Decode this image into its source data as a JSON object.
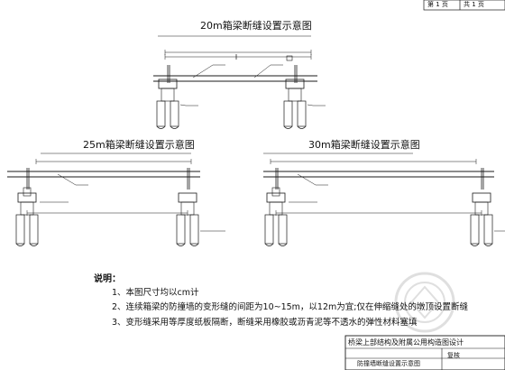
{
  "sheet_no": "第 1 页",
  "sheet_total": "共 1 页",
  "diagrams": {
    "d20": {
      "title": "20m箱梁断缝设置示意图"
    },
    "d25": {
      "title": "25m箱梁断缝设置示意图"
    },
    "d30": {
      "title": "30m箱梁断缝设置示意图"
    }
  },
  "notes": {
    "heading": "说明：",
    "items": [
      "1、本图尺寸均以cm计",
      "2、连续箱梁的防撞墙的变形缝的间距为10~15m，以12m为宜;仅在伸缩缝处的墩顶设置断缝",
      "3、变形缝采用等厚度纸板隔断，断缝采用橡胶或沥青泥等不透水的弹性材料塞填"
    ]
  },
  "title_block": {
    "project": "桥梁上部结构及附属公用构造图设计",
    "drawing_name": "防撞墙断缝设置示意图",
    "check_label": "复核"
  },
  "colors": {
    "line": "#1a1a1a",
    "paper": "#ffffff"
  }
}
